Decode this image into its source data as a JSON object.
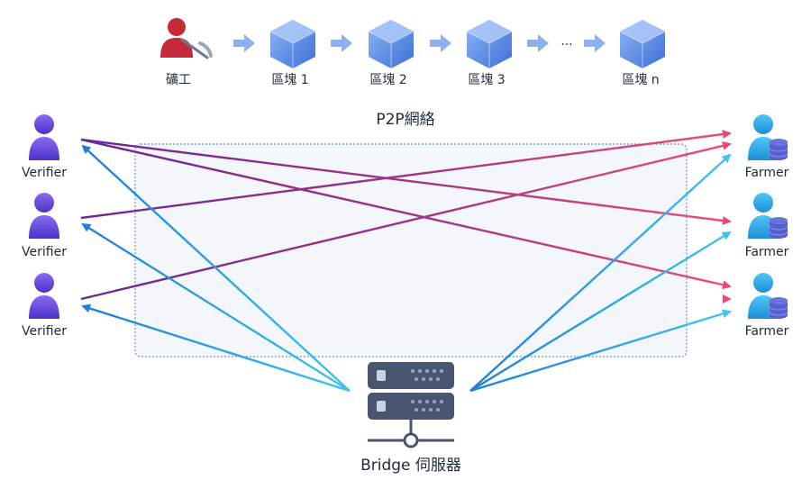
{
  "chain": {
    "miner_label": "礦工",
    "blocks": [
      "區塊 1",
      "區塊 2",
      "區塊 3",
      "區塊 n"
    ],
    "ellipsis": "..."
  },
  "network": {
    "title": "P2P網絡"
  },
  "verifiers": [
    {
      "label": "Verifier"
    },
    {
      "label": "Verifier"
    },
    {
      "label": "Verifier"
    }
  ],
  "farmers": [
    {
      "label": "Farmer"
    },
    {
      "label": "Farmer"
    },
    {
      "label": "Farmer"
    }
  ],
  "server": {
    "label": "Bridge 伺服器"
  },
  "colors": {
    "purple": "#7a2a9a",
    "pink": "#e84a74",
    "blue": "#2da6e6",
    "verifier": "#6a4be0",
    "farmer": "#29a8e6",
    "block": "#5b8ee8",
    "server": "#4a5670",
    "miner": "#c42a3a"
  }
}
